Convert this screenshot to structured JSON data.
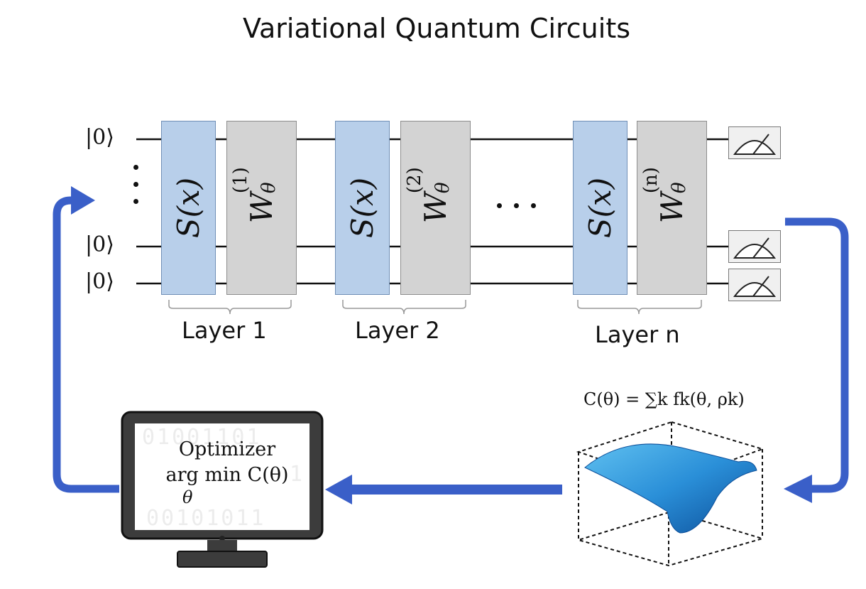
{
  "title": "Variational Quantum Circuits",
  "qubits": [
    "|0⟩",
    "|0⟩",
    "|0⟩"
  ],
  "layers": [
    {
      "encoding_gate": "S(x)",
      "variational_gate_base": "W",
      "variational_gate_sup": "(1)",
      "variational_gate_sub": "θ",
      "label": "Layer 1"
    },
    {
      "encoding_gate": "S(x)",
      "variational_gate_base": "W",
      "variational_gate_sup": "(2)",
      "variational_gate_sub": "θ",
      "label": "Layer 2"
    },
    {
      "encoding_gate": "S(x)",
      "variational_gate_base": "W",
      "variational_gate_sup": "(n)",
      "variational_gate_sub": "θ",
      "label": "Layer n"
    }
  ],
  "cost": {
    "formula": "C(θ) = ∑k fk(θ, ρk)"
  },
  "optimizer": {
    "line1": "Optimizer",
    "line2": "arg min C(θ)",
    "subscript": "θ",
    "binary_top": "01001101",
    "binary_mid": "1",
    "binary_bottom": "00101011"
  },
  "colors": {
    "arrow": "#3a5fc8",
    "encoding_gate": "#b8cfea",
    "variational_gate": "#d3d3d3",
    "surface": "#2a8fd8"
  }
}
